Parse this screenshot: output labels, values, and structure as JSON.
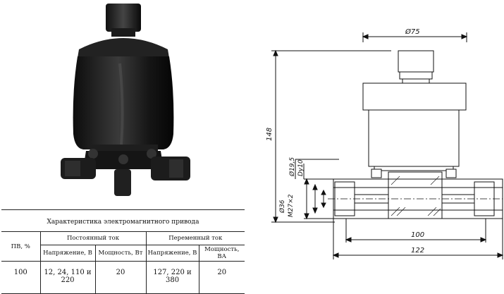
{
  "drawing": {
    "dim_top": "Ø75",
    "dim_height": "148",
    "dim_d1": "Ø19,5",
    "dim_d2": "Dy10",
    "dim_d3": "Ø36",
    "dim_thread": "M27×2",
    "dim_inner": "100",
    "dim_total": "122"
  },
  "spec_table": {
    "caption": "Характеристика электромагнитного привода",
    "col_pv": "ПВ, %",
    "group_dc": "Постоянный ток",
    "group_ac": "Переменный ток",
    "sub_voltage": "Напряжение, В",
    "sub_power_w": "Мощность, Вт",
    "sub_voltage_ac": "Напряжение, В",
    "sub_power_va": "Мощность, ВА",
    "row": {
      "pv": "100",
      "dc_voltage": "12, 24, 110 и 220",
      "dc_power": "20",
      "ac_voltage": "127, 220 и 380",
      "ac_power": "20"
    }
  }
}
